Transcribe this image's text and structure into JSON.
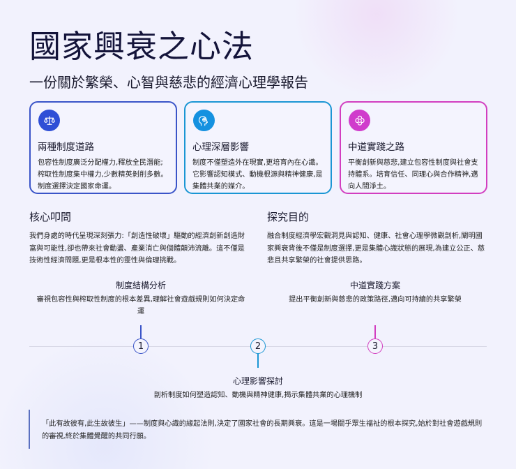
{
  "header": {
    "title": "國家興衰之心法",
    "subtitle": "一份關於繁榮、心智與慈悲的經濟心理學報告"
  },
  "colors": {
    "card1": "#3a54c8",
    "card2": "#1a96d4",
    "card3": "#d23ec0",
    "quote_bar": "#5a70c0",
    "background": "#f2f2fd"
  },
  "cards": [
    {
      "icon": "scale-icon",
      "title": "兩種制度道路",
      "lines": [
        "包容性制度廣泛分配權力,釋放全民潛能;",
        "榨取性制度集中權力,少數精英剝削多數。",
        "制度選擇決定國家命運。"
      ]
    },
    {
      "icon": "brain-head-icon",
      "title": "心理深層影響",
      "lines": [
        "制度不僅塑造外在現實,更培育內在心識。",
        "它影響認知模式、動機根源與精神健康,是",
        "集體共業的媒介。"
      ]
    },
    {
      "icon": "flower-icon",
      "title": "中道實踐之路",
      "lines": [
        "平衡創新與慈悲,建立包容性制度與社會支",
        "持體系。培育信任、同理心與合作精神,邁",
        "向人間淨土。"
      ]
    }
  ],
  "sections": {
    "core": {
      "heading": "核心叩問",
      "lines": [
        "我們身處的時代呈現深刻張力:「創造性破壞」驅動的經濟創新創造財",
        "富與可能性,卻也帶來社會動盪、產業消亡與個體顛沛流離。這不僅是",
        "技術性經濟問題,更是根本性的靈性與倫理挑戰。"
      ]
    },
    "purpose": {
      "heading": "探究目的",
      "lines": [
        "融合制度經濟學宏觀洞見與認知、健康、社會心理學微觀剖析,闡明國",
        "家興衰背後不僅是制度選擇,更是集體心識狀態的展現,為建立公正、慈",
        "悲且共享繁榮的社會提供思路。"
      ]
    }
  },
  "timeline": [
    {
      "number": "1",
      "title": "制度結構分析",
      "desc_lines": [
        "審視包容性與榨取性制度的根本差異,理解社會遊戲規則如何決定命",
        "運"
      ]
    },
    {
      "number": "2",
      "title": "心理影響探討",
      "desc_lines": [
        "剖析制度如何塑造認知、動機與精神健康,揭示集體共業的心理機制"
      ]
    },
    {
      "number": "3",
      "title": "中道實踐方案",
      "desc_lines": [
        "提出平衡創新與慈悲的政策路徑,邁向可持續的共享繁榮"
      ]
    }
  ],
  "quote": {
    "lines": [
      "「此有故彼有,此生故彼生」——制度與心識的緣起法則,決定了國家社會的長期興衰。這是一場關乎眾生福祉的根本探究,始於對社會遊戲規則",
      "的審視,終於集體覺醒的共同行願。"
    ]
  }
}
